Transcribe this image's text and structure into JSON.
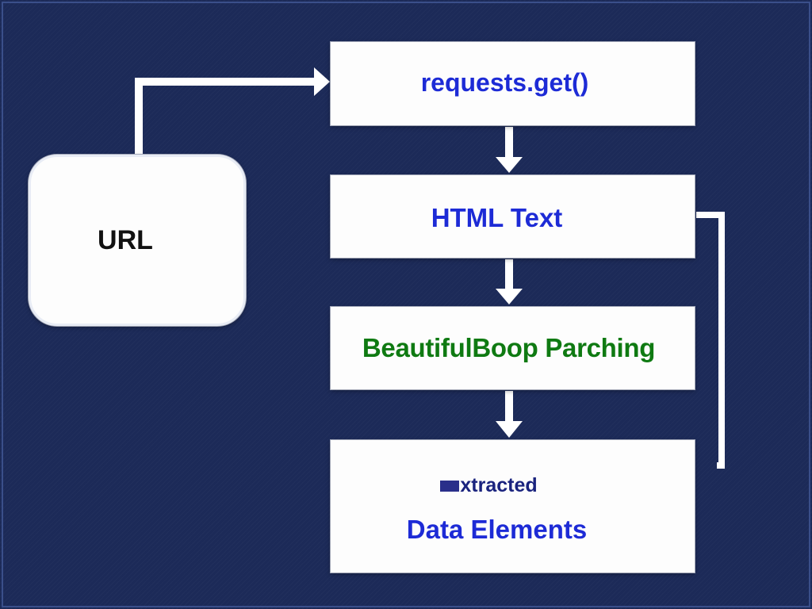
{
  "nodes": {
    "url": "URL",
    "request": "requests.get()",
    "html_text": "HTML Text",
    "parsing": "BeautifulBoop Parching",
    "extracted": "xtracted",
    "data_elements": "Data Elements"
  },
  "colors": {
    "background": "#1c2a58",
    "box_fill": "#fdfdfd",
    "blue_text": "#1d2bd6",
    "green_text": "#0f7a12",
    "connector": "#ffffff"
  }
}
